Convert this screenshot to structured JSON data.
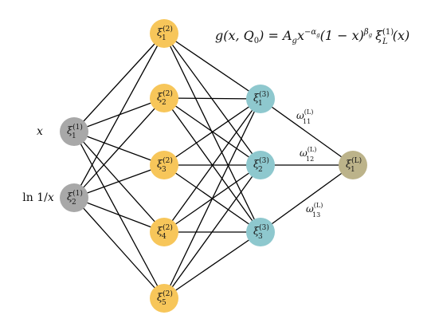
{
  "formula": {
    "lhs": "g(x, Q",
    "lhs_sub": "0",
    "lhs_end": ") = A",
    "A_sub": "g",
    "x_base": "x",
    "x_exp": "−α",
    "x_exp_sub": "g",
    "mid": "(1 − x)",
    "beta_exp": "β",
    "beta_sub": "g",
    "xi": "ξ",
    "xi_sub": "L",
    "xi_sup": "(1)",
    "tail": "(x)"
  },
  "inputs": {
    "x_label": "x",
    "ln_label_prefix": "ln 1/",
    "ln_label_var": "x"
  },
  "colors": {
    "input_node": "#a8a8a8",
    "hidden1_node": "#f7c65a",
    "hidden2_node": "#8ec8ce",
    "output_node": "#bcb38a",
    "edge": "#000000"
  },
  "layers": {
    "input": [
      {
        "symbol": "ξ",
        "sub": "1",
        "sup": "(1)"
      },
      {
        "symbol": "ξ",
        "sub": "2",
        "sup": "(1)"
      }
    ],
    "hidden1": [
      {
        "symbol": "ξ",
        "sub": "1",
        "sup": "(2)"
      },
      {
        "symbol": "ξ",
        "sub": "2",
        "sup": "(2)"
      },
      {
        "symbol": "ξ",
        "sub": "3",
        "sup": "(2)"
      },
      {
        "symbol": "ξ",
        "sub": "4",
        "sup": "(2)"
      },
      {
        "symbol": "ξ",
        "sub": "5",
        "sup": "(2)"
      }
    ],
    "hidden2": [
      {
        "symbol": "ξ",
        "sub": "1",
        "sup": "(3)"
      },
      {
        "symbol": "ξ",
        "sub": "2",
        "sup": "(3)"
      },
      {
        "symbol": "ξ",
        "sub": "3",
        "sup": "(3)"
      }
    ],
    "output": [
      {
        "symbol": "ξ",
        "sub": "1",
        "sup": "(L)"
      }
    ]
  },
  "weights": [
    {
      "symbol": "ω",
      "sub": "11",
      "sup": "(L)"
    },
    {
      "symbol": "ω",
      "sub": "12",
      "sup": "(L)"
    },
    {
      "symbol": "ω",
      "sub": "13",
      "sup": "(L)"
    }
  ]
}
